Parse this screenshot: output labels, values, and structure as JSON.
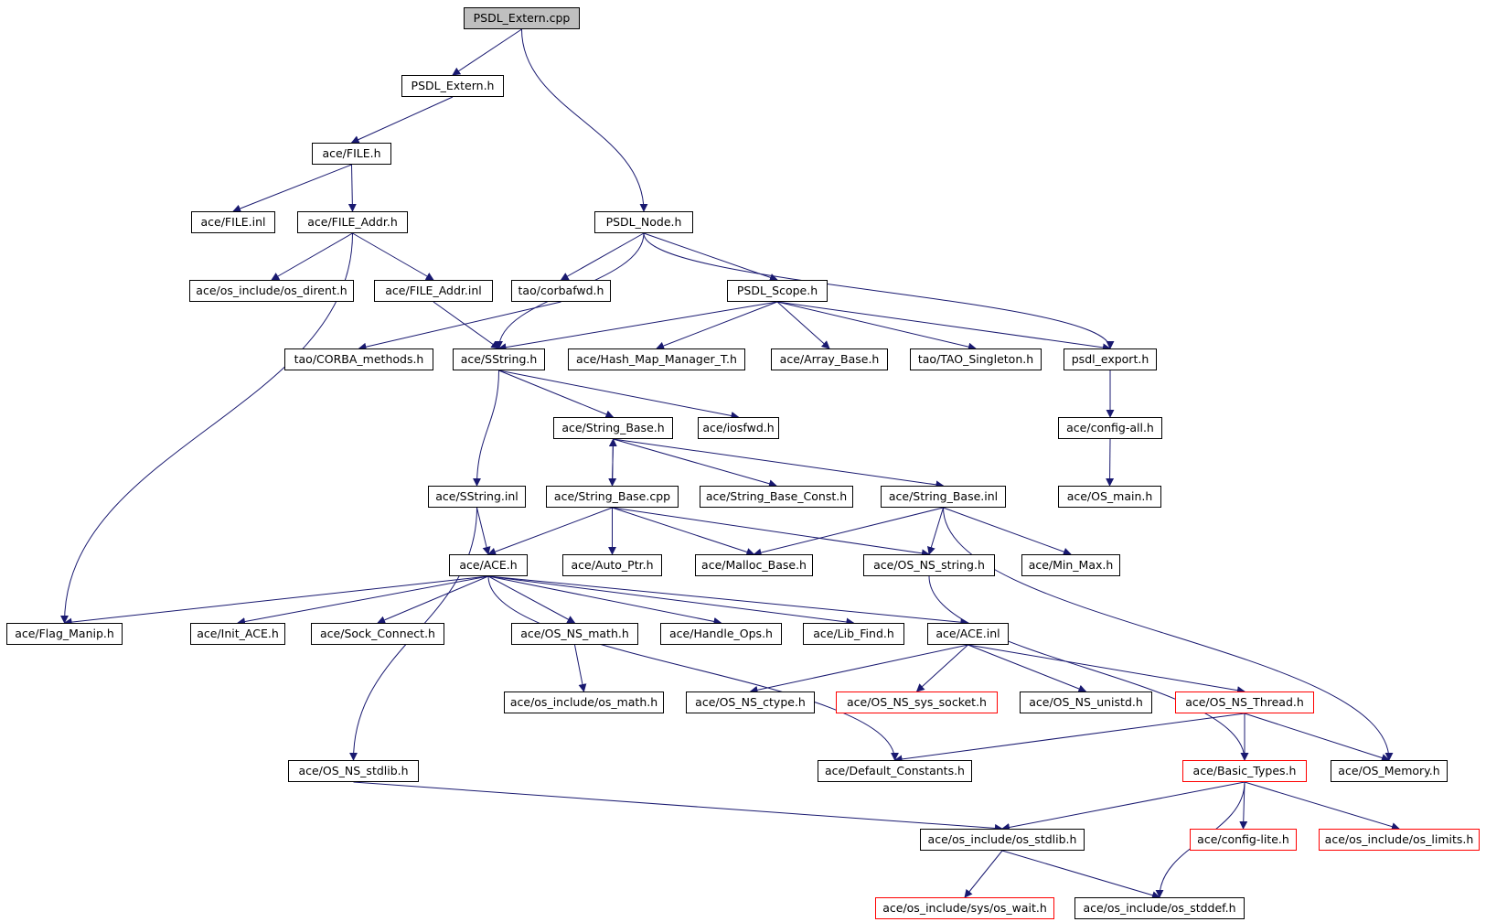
{
  "nodes": [
    {
      "id": "n0",
      "label": "PSDL_Extern.cpp"
    },
    {
      "id": "n1",
      "label": "PSDL_Extern.h"
    },
    {
      "id": "n2",
      "label": "ace/FILE.h"
    },
    {
      "id": "n3",
      "label": "ace/FILE.inl"
    },
    {
      "id": "n4",
      "label": "ace/FILE_Addr.h"
    },
    {
      "id": "n5",
      "label": "PSDL_Node.h"
    },
    {
      "id": "n6",
      "label": "ace/os_include/os_dirent.h"
    },
    {
      "id": "n7",
      "label": "ace/FILE_Addr.inl"
    },
    {
      "id": "n8",
      "label": "tao/corbafwd.h"
    },
    {
      "id": "n9",
      "label": "PSDL_Scope.h"
    },
    {
      "id": "n10",
      "label": "tao/CORBA_methods.h"
    },
    {
      "id": "n11",
      "label": "ace/SString.h"
    },
    {
      "id": "n12",
      "label": "ace/Hash_Map_Manager_T.h"
    },
    {
      "id": "n13",
      "label": "ace/Array_Base.h"
    },
    {
      "id": "n14",
      "label": "tao/TAO_Singleton.h"
    },
    {
      "id": "n15",
      "label": "psdl_export.h"
    },
    {
      "id": "n16",
      "label": "ace/String_Base.h"
    },
    {
      "id": "n17",
      "label": "ace/iosfwd.h"
    },
    {
      "id": "n18",
      "label": "ace/config-all.h"
    },
    {
      "id": "n19",
      "label": "ace/SString.inl"
    },
    {
      "id": "n20",
      "label": "ace/String_Base.cpp"
    },
    {
      "id": "n21",
      "label": "ace/String_Base_Const.h"
    },
    {
      "id": "n22",
      "label": "ace/String_Base.inl"
    },
    {
      "id": "n23",
      "label": "ace/OS_main.h"
    },
    {
      "id": "n24",
      "label": "ace/ACE.h"
    },
    {
      "id": "n25",
      "label": "ace/Auto_Ptr.h"
    },
    {
      "id": "n26",
      "label": "ace/Malloc_Base.h"
    },
    {
      "id": "n27",
      "label": "ace/OS_NS_string.h"
    },
    {
      "id": "n28",
      "label": "ace/Min_Max.h"
    },
    {
      "id": "n29",
      "label": "ace/Flag_Manip.h"
    },
    {
      "id": "n30",
      "label": "ace/Init_ACE.h"
    },
    {
      "id": "n31",
      "label": "ace/Sock_Connect.h"
    },
    {
      "id": "n32",
      "label": "ace/OS_NS_math.h"
    },
    {
      "id": "n33",
      "label": "ace/Handle_Ops.h"
    },
    {
      "id": "n34",
      "label": "ace/Lib_Find.h"
    },
    {
      "id": "n35",
      "label": "ace/ACE.inl"
    },
    {
      "id": "n36",
      "label": "ace/os_include/os_math.h"
    },
    {
      "id": "n37",
      "label": "ace/OS_NS_ctype.h"
    },
    {
      "id": "n38",
      "label": "ace/OS_NS_sys_socket.h"
    },
    {
      "id": "n39",
      "label": "ace/OS_NS_unistd.h"
    },
    {
      "id": "n40",
      "label": "ace/OS_NS_Thread.h"
    },
    {
      "id": "n41",
      "label": "ace/OS_NS_stdlib.h"
    },
    {
      "id": "n42",
      "label": "ace/Default_Constants.h"
    },
    {
      "id": "n43",
      "label": "ace/Basic_Types.h"
    },
    {
      "id": "n44",
      "label": "ace/OS_Memory.h"
    },
    {
      "id": "n45",
      "label": "ace/os_include/os_stdlib.h"
    },
    {
      "id": "n46",
      "label": "ace/config-lite.h"
    },
    {
      "id": "n47",
      "label": "ace/os_include/os_limits.h"
    },
    {
      "id": "n48",
      "label": "ace/os_include/sys/os_wait.h"
    },
    {
      "id": "n49",
      "label": "ace/os_include/os_stddef.h"
    }
  ],
  "edges": [
    [
      "n0",
      "n1"
    ],
    [
      "n0",
      "n5"
    ],
    [
      "n1",
      "n2"
    ],
    [
      "n2",
      "n3"
    ],
    [
      "n2",
      "n4"
    ],
    [
      "n4",
      "n29"
    ],
    [
      "n4",
      "n6"
    ],
    [
      "n4",
      "n7"
    ],
    [
      "n7",
      "n11"
    ],
    [
      "n5",
      "n8"
    ],
    [
      "n5",
      "n11"
    ],
    [
      "n5",
      "n9"
    ],
    [
      "n5",
      "n15"
    ],
    [
      "n8",
      "n10"
    ],
    [
      "n9",
      "n11"
    ],
    [
      "n9",
      "n12"
    ],
    [
      "n9",
      "n13"
    ],
    [
      "n9",
      "n14"
    ],
    [
      "n9",
      "n15"
    ],
    [
      "n15",
      "n18"
    ],
    [
      "n18",
      "n23"
    ],
    [
      "n11",
      "n19"
    ],
    [
      "n11",
      "n16"
    ],
    [
      "n11",
      "n17"
    ],
    [
      "n16",
      "n20"
    ],
    [
      "n16",
      "n21"
    ],
    [
      "n16",
      "n22"
    ],
    [
      "n20",
      "n16"
    ],
    [
      "n19",
      "n24"
    ],
    [
      "n19",
      "n41"
    ],
    [
      "n20",
      "n24"
    ],
    [
      "n20",
      "n25"
    ],
    [
      "n20",
      "n26"
    ],
    [
      "n20",
      "n27"
    ],
    [
      "n22",
      "n26"
    ],
    [
      "n22",
      "n27"
    ],
    [
      "n22",
      "n28"
    ],
    [
      "n22",
      "n44"
    ],
    [
      "n27",
      "n43"
    ],
    [
      "n24",
      "n29"
    ],
    [
      "n24",
      "n30"
    ],
    [
      "n24",
      "n31"
    ],
    [
      "n24",
      "n32"
    ],
    [
      "n24",
      "n33"
    ],
    [
      "n24",
      "n34"
    ],
    [
      "n24",
      "n35"
    ],
    [
      "n24",
      "n42"
    ],
    [
      "n32",
      "n36"
    ],
    [
      "n35",
      "n37"
    ],
    [
      "n35",
      "n38"
    ],
    [
      "n35",
      "n39"
    ],
    [
      "n35",
      "n40"
    ],
    [
      "n40",
      "n42"
    ],
    [
      "n40",
      "n43"
    ],
    [
      "n40",
      "n44"
    ],
    [
      "n41",
      "n45"
    ],
    [
      "n43",
      "n45"
    ],
    [
      "n43",
      "n46"
    ],
    [
      "n43",
      "n47"
    ],
    [
      "n43",
      "n49"
    ],
    [
      "n45",
      "n48"
    ],
    [
      "n45",
      "n49"
    ]
  ],
  "root": "n0",
  "truncated": [
    "n38",
    "n40",
    "n43",
    "n46",
    "n47",
    "n48"
  ],
  "colors": {
    "edge": "#191970",
    "truncated_border": "#ff0000",
    "root_fill": "#bfbfbf"
  }
}
